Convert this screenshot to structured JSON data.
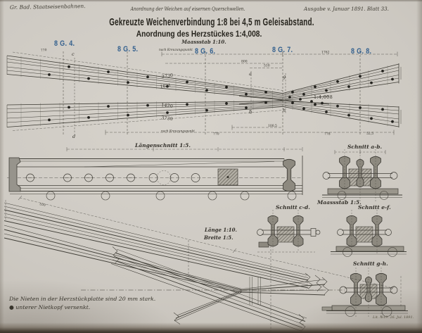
{
  "header": {
    "left": "Gr. Bad. Staatseisenbahnen.",
    "center": "Anordnung der Weichen auf eisernen Querschwellen.",
    "right": "Ausgabe v. Januar 1891. Blatt 33."
  },
  "title": "Gekreuzte Weichenverbindung 1:8 bei 4,5 m Geleisabstand.",
  "subtitle": "Anordnung des Herzstückes 1:4,008.",
  "plan": {
    "scale": "Maassstab 1:10.",
    "track_labels": [
      "8 G. 4.",
      "8 G. 5.",
      "8 G. 6.",
      "8 G. 7.",
      "8 G. 8."
    ],
    "crossing_note_top": "nach Kreuzungspunkt",
    "crossing_note_bottom": "nach Kreuzungspunkt",
    "dims": {
      "gauge_upper": "3730",
      "frog_upper": "1631",
      "frog_lower": "1420",
      "gauge_lower": "3730",
      "frog_angle": "1:4,008",
      "top_right": "1762",
      "mid_800": "800",
      "mid_510": "510",
      "left_770": "770",
      "bottom_770": "770",
      "bottom_778": "778",
      "bottom_1005": "100,5",
      "bottom_525": "52,5"
    },
    "cut_letters": {
      "a": "a",
      "b": "b",
      "c": "c",
      "d": "d",
      "g": "g",
      "h": "h"
    }
  },
  "sections": {
    "longitudinal": "Längenschnitt 1:5.",
    "scale_5": "Maassstab 1:5.",
    "ab": "Schnitt a-b.",
    "cd": "Schnitt c-d.",
    "ef": "Schnitt e-f.",
    "gh": "Schnitt g-h.",
    "length": "Länge 1:10.",
    "width": "Breite 1:5."
  },
  "detail": {
    "dim_550": "550"
  },
  "footnotes": {
    "line1": "Die Nieten in der Herzstückplatte sind 20 mm stark.",
    "line2": "● unterer Nietkopf versenkt.",
    "stamp": "Lit. №19. 26. Jul. 1891."
  },
  "colors": {
    "paper": "#cbc7c0",
    "ink": "#3c3a34",
    "label_blue": "#33608e"
  }
}
